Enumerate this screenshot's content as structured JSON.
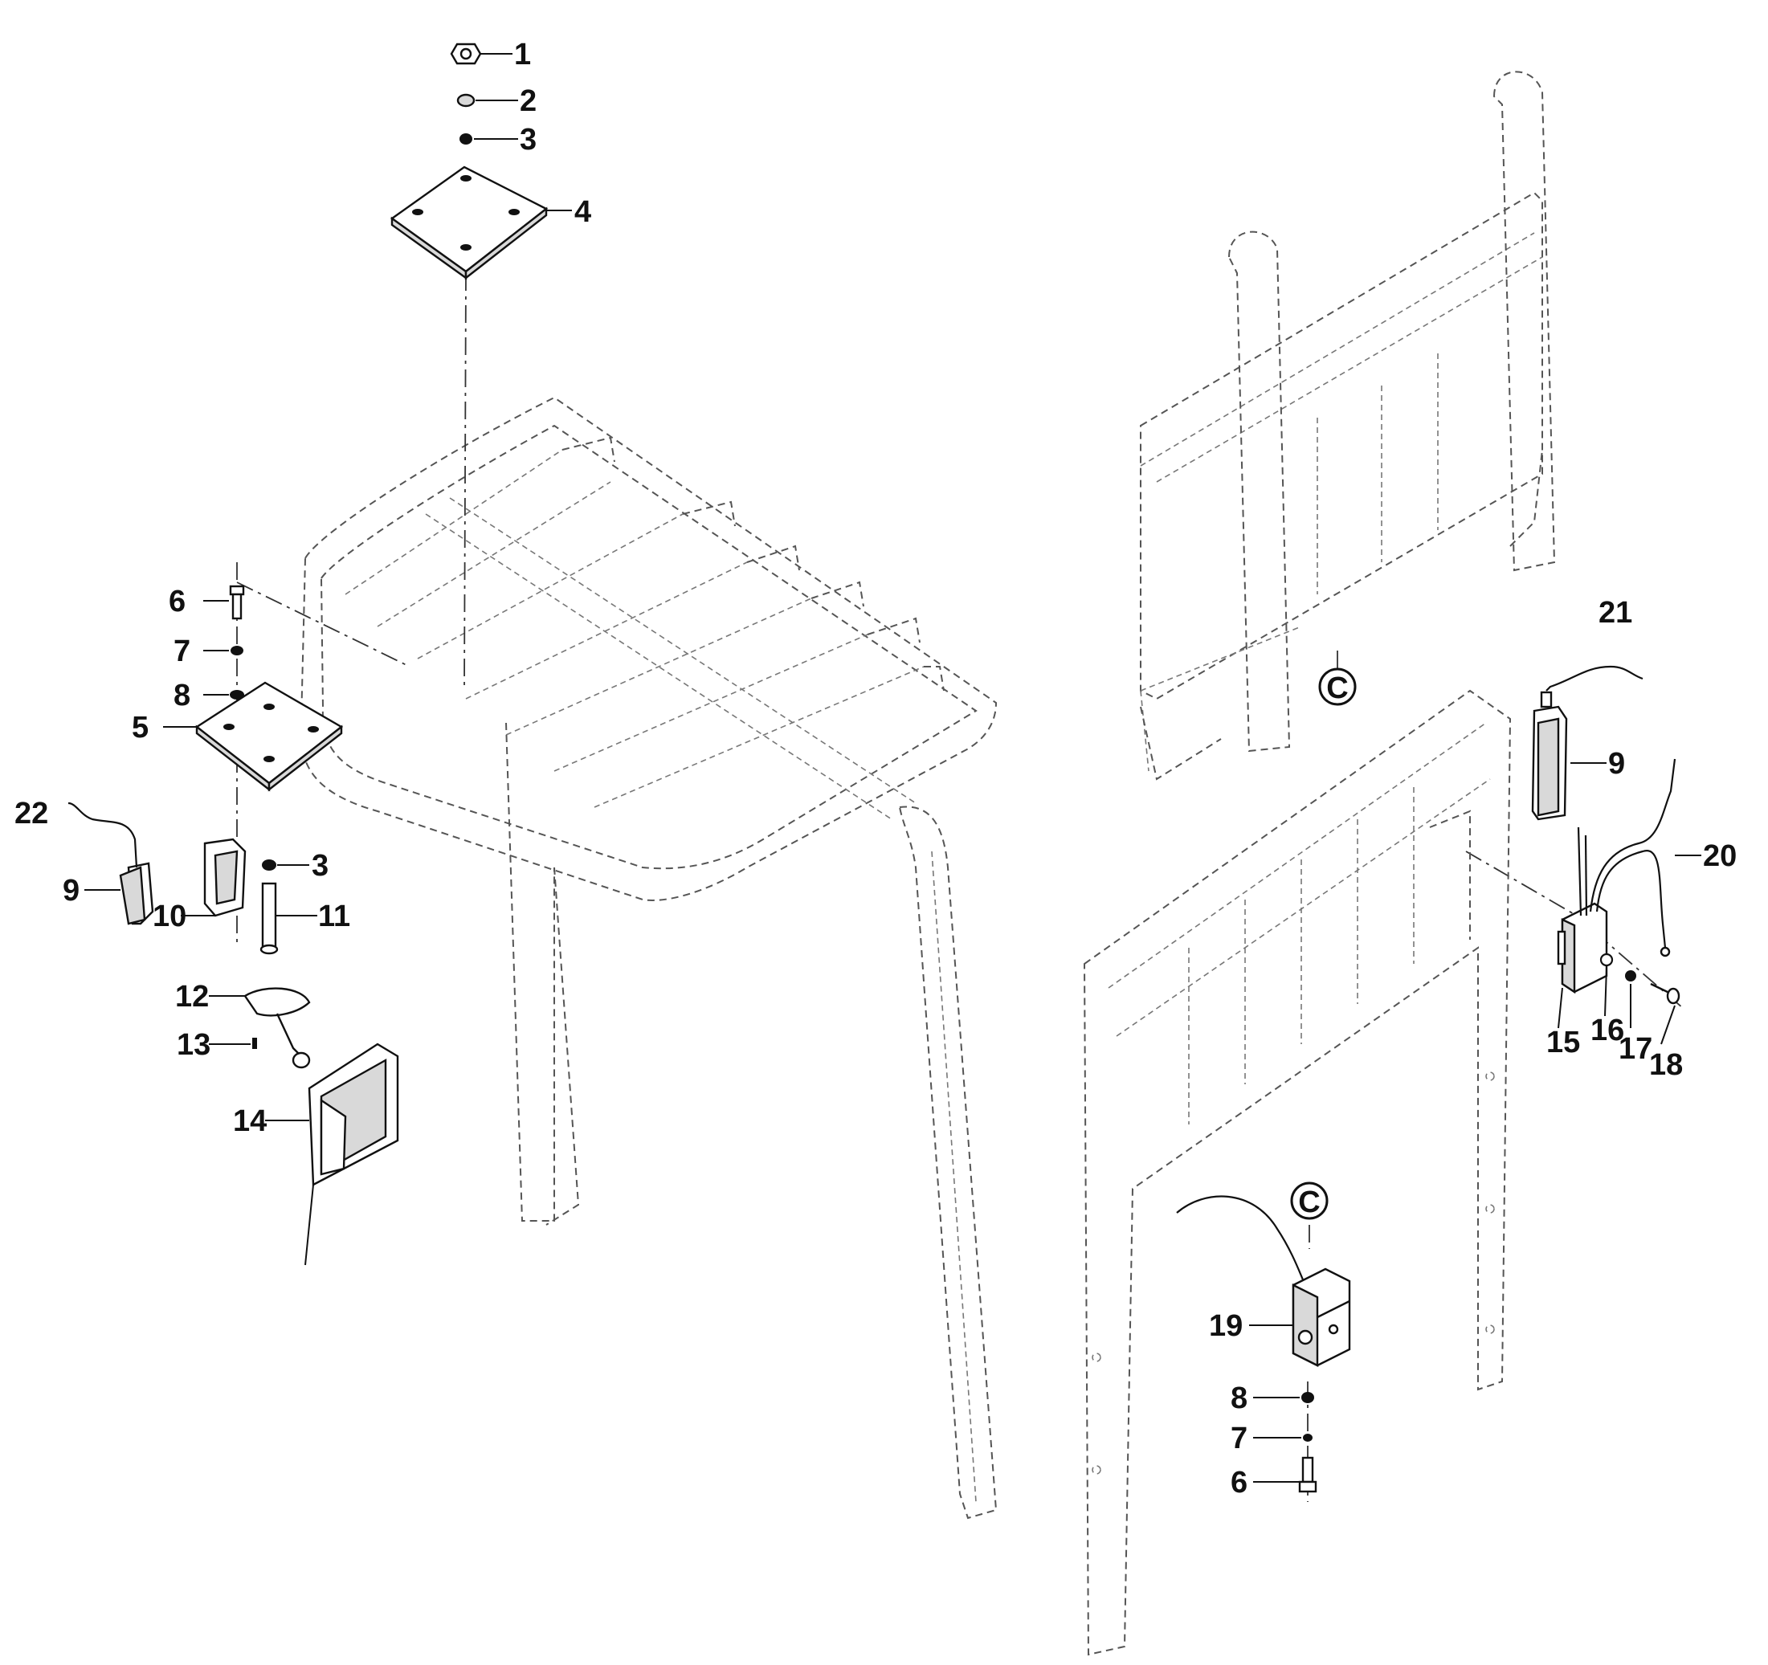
{
  "diagram": {
    "callouts": {
      "c1": "1",
      "c2": "2",
      "c3a": "3",
      "c4": "4",
      "c5": "5",
      "c6a": "6",
      "c7a": "7",
      "c8a": "8",
      "c22": "22",
      "c9a": "9",
      "c10": "10",
      "c3b": "3",
      "c11": "11",
      "c12": "12",
      "c13": "13",
      "c14": "14",
      "c21": "21",
      "c9b": "9",
      "c20": "20",
      "c15": "15",
      "c16": "16",
      "c17": "17",
      "c18": "18",
      "c19": "19",
      "c8b": "8",
      "c7b": "7",
      "c6b": "6"
    },
    "reference_markers": {
      "top": "C",
      "bottom": "C"
    }
  }
}
